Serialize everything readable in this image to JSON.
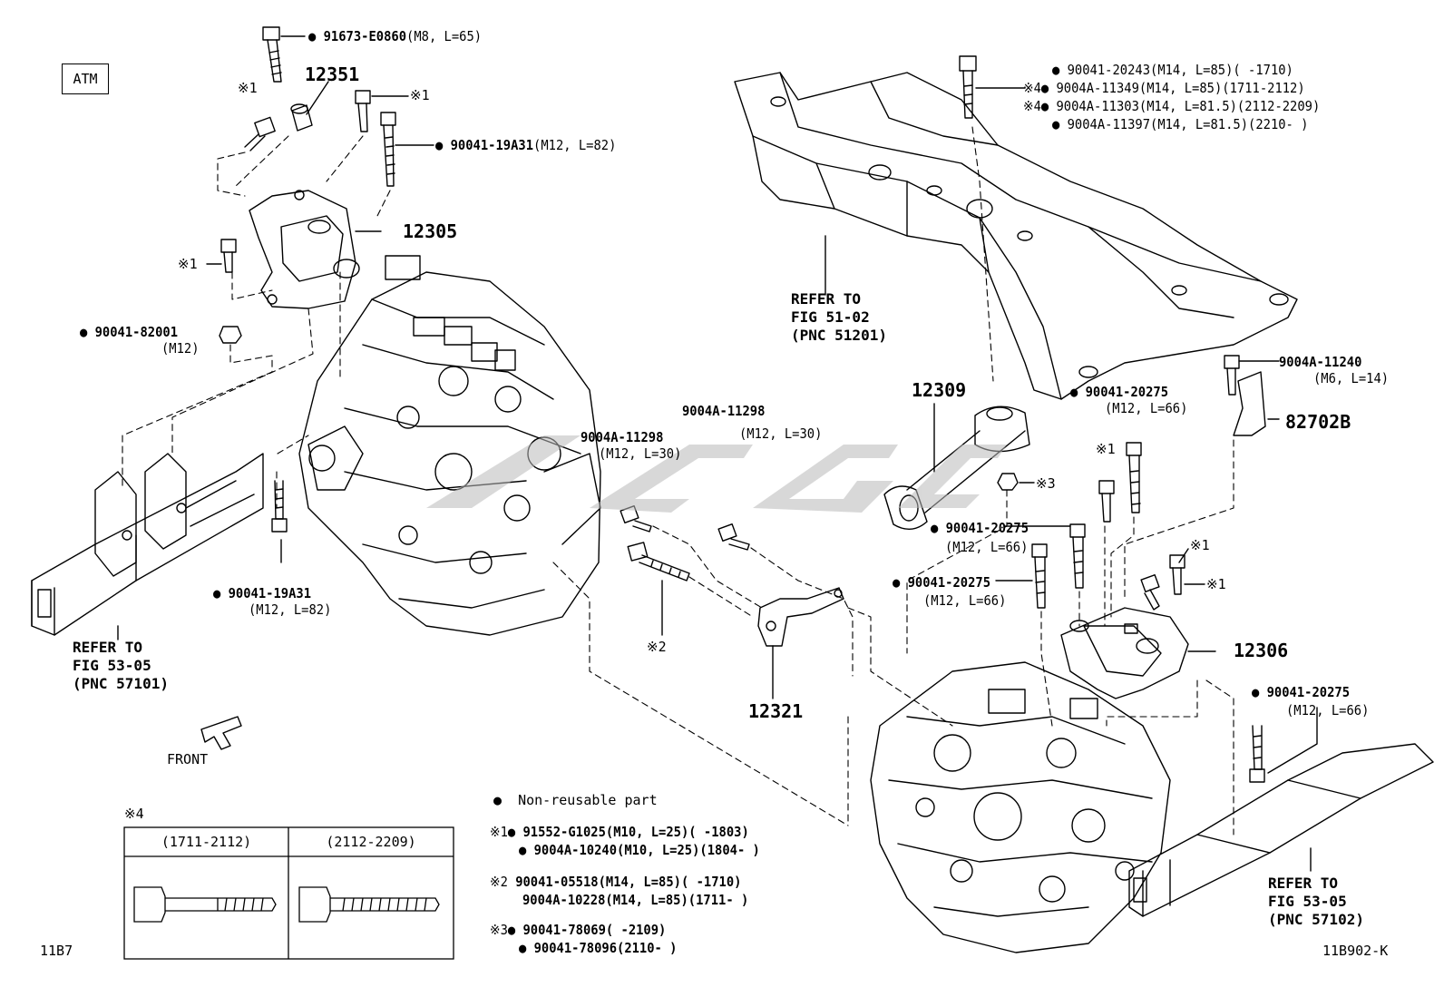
{
  "tags": {
    "atm": "ATM",
    "front": "FRONT",
    "page_left": "11B7",
    "page_right": "11B902-K"
  },
  "parts": {
    "p12351": "12351",
    "p12305": "12305",
    "p12309": "12309",
    "p82702b": "82702B",
    "p12306": "12306",
    "p12321": "12321"
  },
  "callouts": {
    "c1_num": "91673-E0860",
    "c1_spec": "(M8, L=65)",
    "c2_num": "90041-19A31",
    "c2_spec": "(M12, L=82)",
    "c3_num": "90041-82001",
    "c3_spec": "(M12)",
    "c4_num": "90041-19A31",
    "c4_spec": "(M12, L=82)",
    "c5_num": "9004A-11298",
    "c5_spec": "(M12, L=30)",
    "c6_num": "9004A-11298",
    "c6_spec": "(M12, L=30)",
    "c7_num": "90041-20275",
    "c7_spec": "(M12, L=66)",
    "c8_num": "9004A-11240",
    "c8_spec": "(M6, L=14)",
    "c9_num": "90041-20275",
    "c9_spec": "(M12, L=66)",
    "c10_num": "90041-20275",
    "c10_spec": "(M12, L=66)",
    "c11_num": "90041-20275",
    "c11_spec": "(M12, L=66)",
    "ct1": "90041-20243(M14, L=85)(      -1710)",
    "ct2": "9004A-11349(M14, L=85)(1711-2112)",
    "ct3": "9004A-11303(M14, L=81.5)(2112-2209)",
    "ct4": "9004A-11397(M14, L=81.5)(2210-     )"
  },
  "refs": {
    "r1_l1": "REFER TO",
    "r1_l2": "FIG 51-02",
    "r1_l3": "(PNC 51201)",
    "r2_l1": "REFER TO",
    "r2_l2": "FIG 53-05",
    "r2_l3": "(PNC 57101)",
    "r3_l1": "REFER TO",
    "r3_l2": "FIG 53-05",
    "r3_l3": "(PNC 57102)"
  },
  "marks": {
    "dot": "●",
    "x1": "※1",
    "x2": "※2",
    "x3": "※3",
    "x4": "※4"
  },
  "legend": {
    "nonreusable": "Non-reusable part",
    "n1a": "91552-G1025(M10, L=25)(     -1803)",
    "n1b": "9004A-10240(M10, L=25)(1804-     )",
    "n2a": "90041-05518(M14, L=85)(     -1710)",
    "n2b": "9004A-10228(M14, L=85)(1711-     )",
    "n3a": "90041-78069(     -2109)",
    "n3b": "90041-78096(2110-     )"
  },
  "table": {
    "mark": "※4",
    "col1": "(1711-2112)",
    "col2": "(2112-2209)"
  }
}
